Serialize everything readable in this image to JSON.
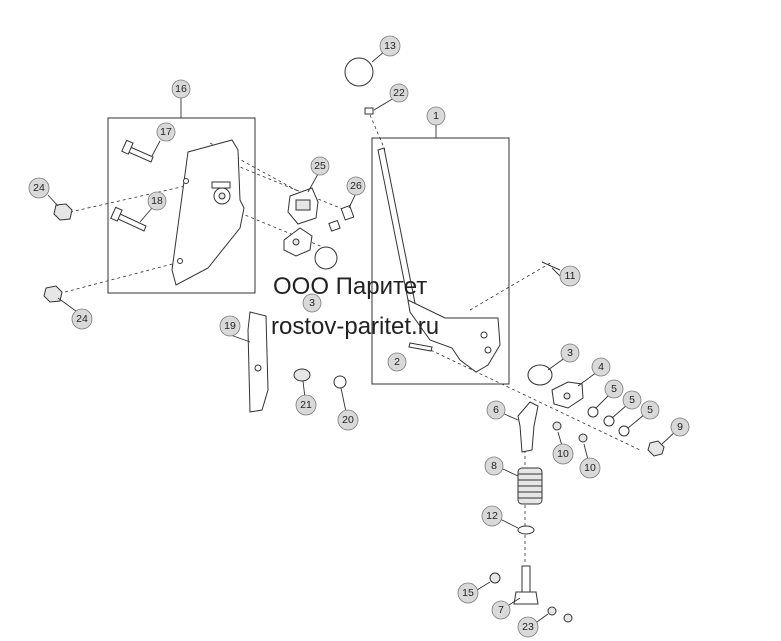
{
  "callouts": {
    "c1": "1",
    "c2": "2",
    "c3a": "3",
    "c3b": "3",
    "c4": "4",
    "c5a": "5",
    "c5b": "5",
    "c5c": "5",
    "c6": "6",
    "c7": "7",
    "c8": "8",
    "c9": "9",
    "c10a": "10",
    "c10b": "10",
    "c11": "11",
    "c12": "12",
    "c13": "13",
    "c15": "15",
    "c16": "16",
    "c17": "17",
    "c18": "18",
    "c19": "19",
    "c20": "20",
    "c21": "21",
    "c22": "22",
    "c23": "23",
    "c24a": "24",
    "c24b": "24",
    "c25": "25",
    "c26": "26"
  },
  "watermark": {
    "line1": "ООО Паритет",
    "line2": "rostov-paritet.ru"
  },
  "colors": {
    "callout_fill": "#d9d9d9",
    "line": "#333333"
  }
}
